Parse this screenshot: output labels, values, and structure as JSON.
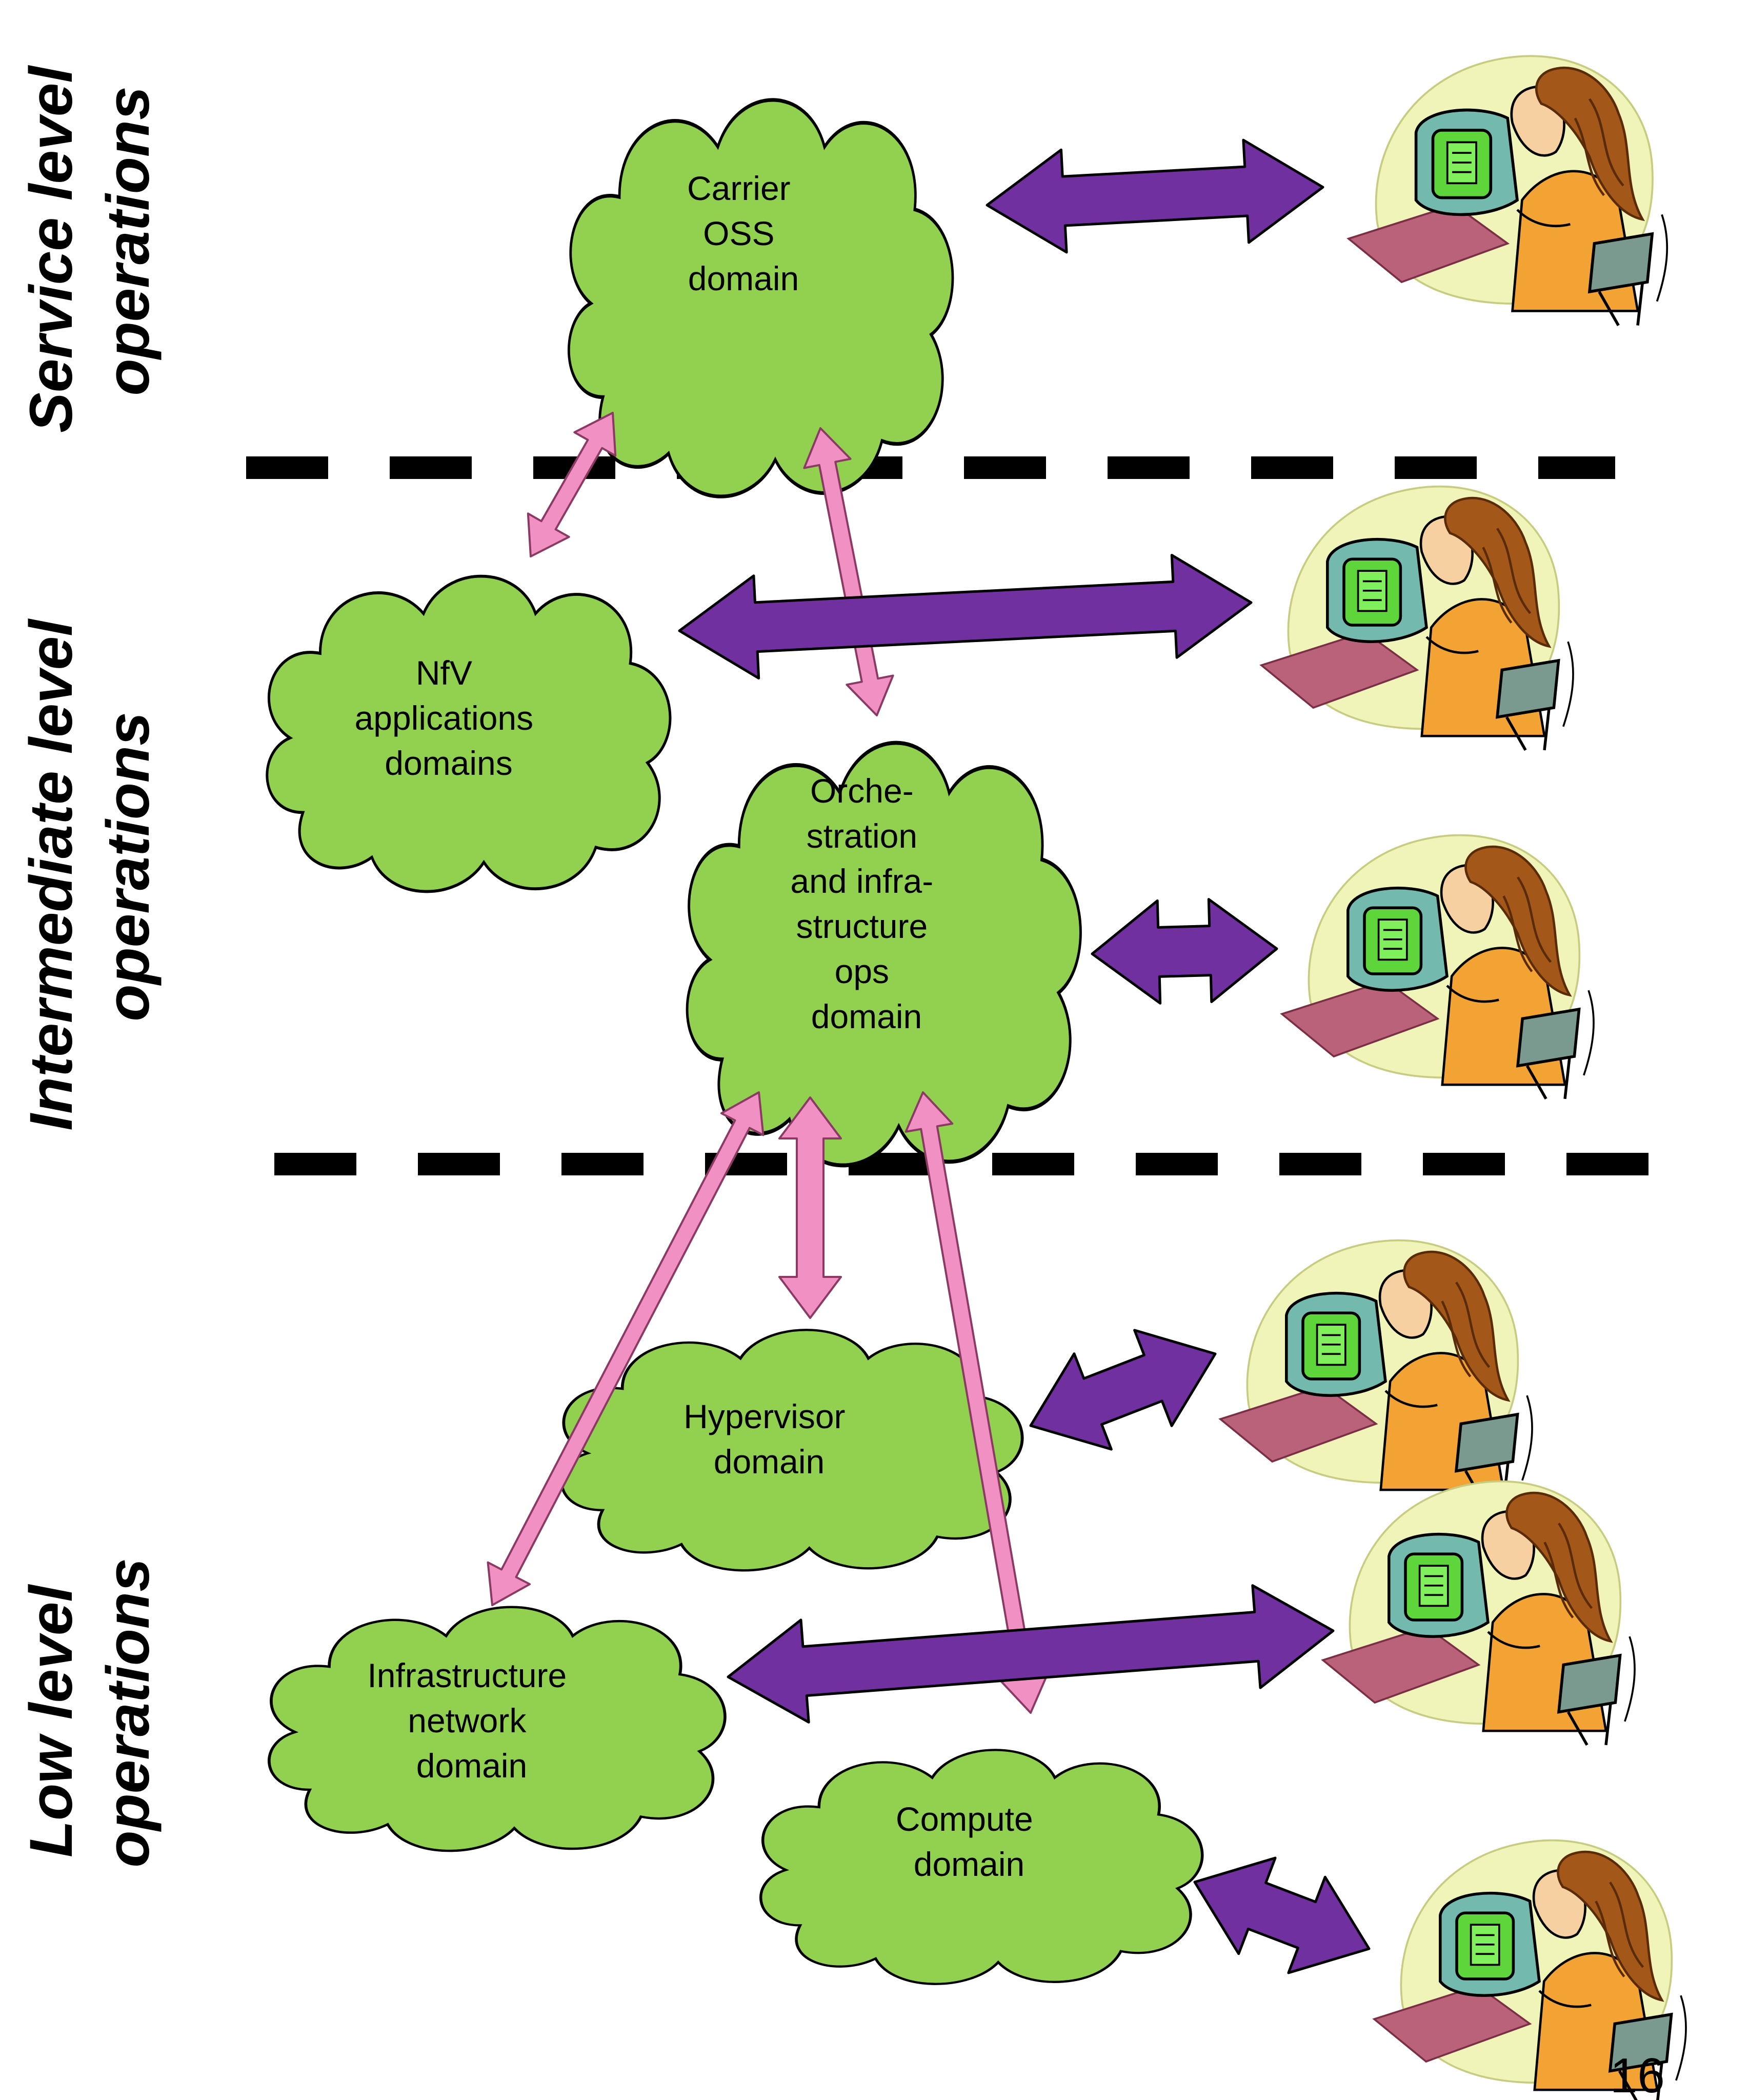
{
  "levels": [
    {
      "id": "service",
      "line1": "Service level",
      "line2": "operations"
    },
    {
      "id": "intermediate",
      "line1": "Intermediate level",
      "line2": "operations"
    },
    {
      "id": "low",
      "line1": "Low level",
      "line2": "operations"
    }
  ],
  "domains": [
    {
      "id": "carrier-oss",
      "lines": [
        "Carrier",
        "OSS",
        "domain"
      ]
    },
    {
      "id": "nfv-applications",
      "lines": [
        "NfV",
        "applications",
        "domains"
      ]
    },
    {
      "id": "orchestration",
      "lines": [
        "Orche-",
        "stration",
        "and infra-",
        "structure",
        "ops",
        "domain"
      ]
    },
    {
      "id": "hypervisor",
      "lines": [
        "Hypervisor",
        "domain"
      ]
    },
    {
      "id": "infrastructure-network",
      "lines": [
        "Infrastructure",
        "network",
        "domain"
      ]
    },
    {
      "id": "compute",
      "lines": [
        "Compute",
        "domain"
      ]
    }
  ],
  "operator_icon": "operator-at-computer-icon",
  "colors": {
    "cloud": "#92d050",
    "pink_arrow": "#f191c3",
    "purple_arrow": "#7030a0"
  },
  "page_number": "16"
}
